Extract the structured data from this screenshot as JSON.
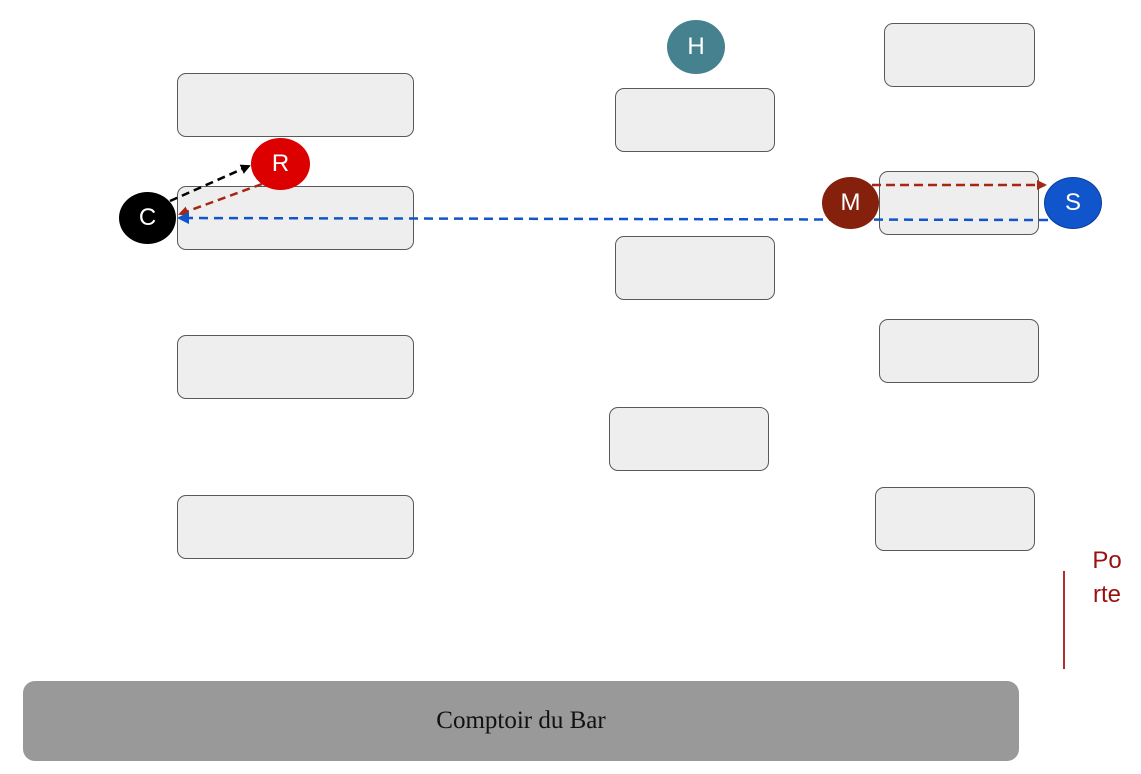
{
  "colors": {
    "table_fill": "#eeeeee",
    "table_border": "#595959",
    "counter_fill": "#999999",
    "door": "#991111",
    "arrow_black": "#000000",
    "arrow_darkred": "#a52714",
    "arrow_blue": "#1155cc"
  },
  "people": {
    "c": {
      "label": "C",
      "color": "#000000"
    },
    "r": {
      "label": "R",
      "color": "#dd0000"
    },
    "h": {
      "label": "H",
      "color": "#45818e"
    },
    "m": {
      "label": "M",
      "color": "#85200c"
    },
    "s": {
      "label": "S",
      "color": "#1155cc"
    }
  },
  "counter": {
    "label": "Comptoir du Bar"
  },
  "door": {
    "label": "Porte"
  }
}
